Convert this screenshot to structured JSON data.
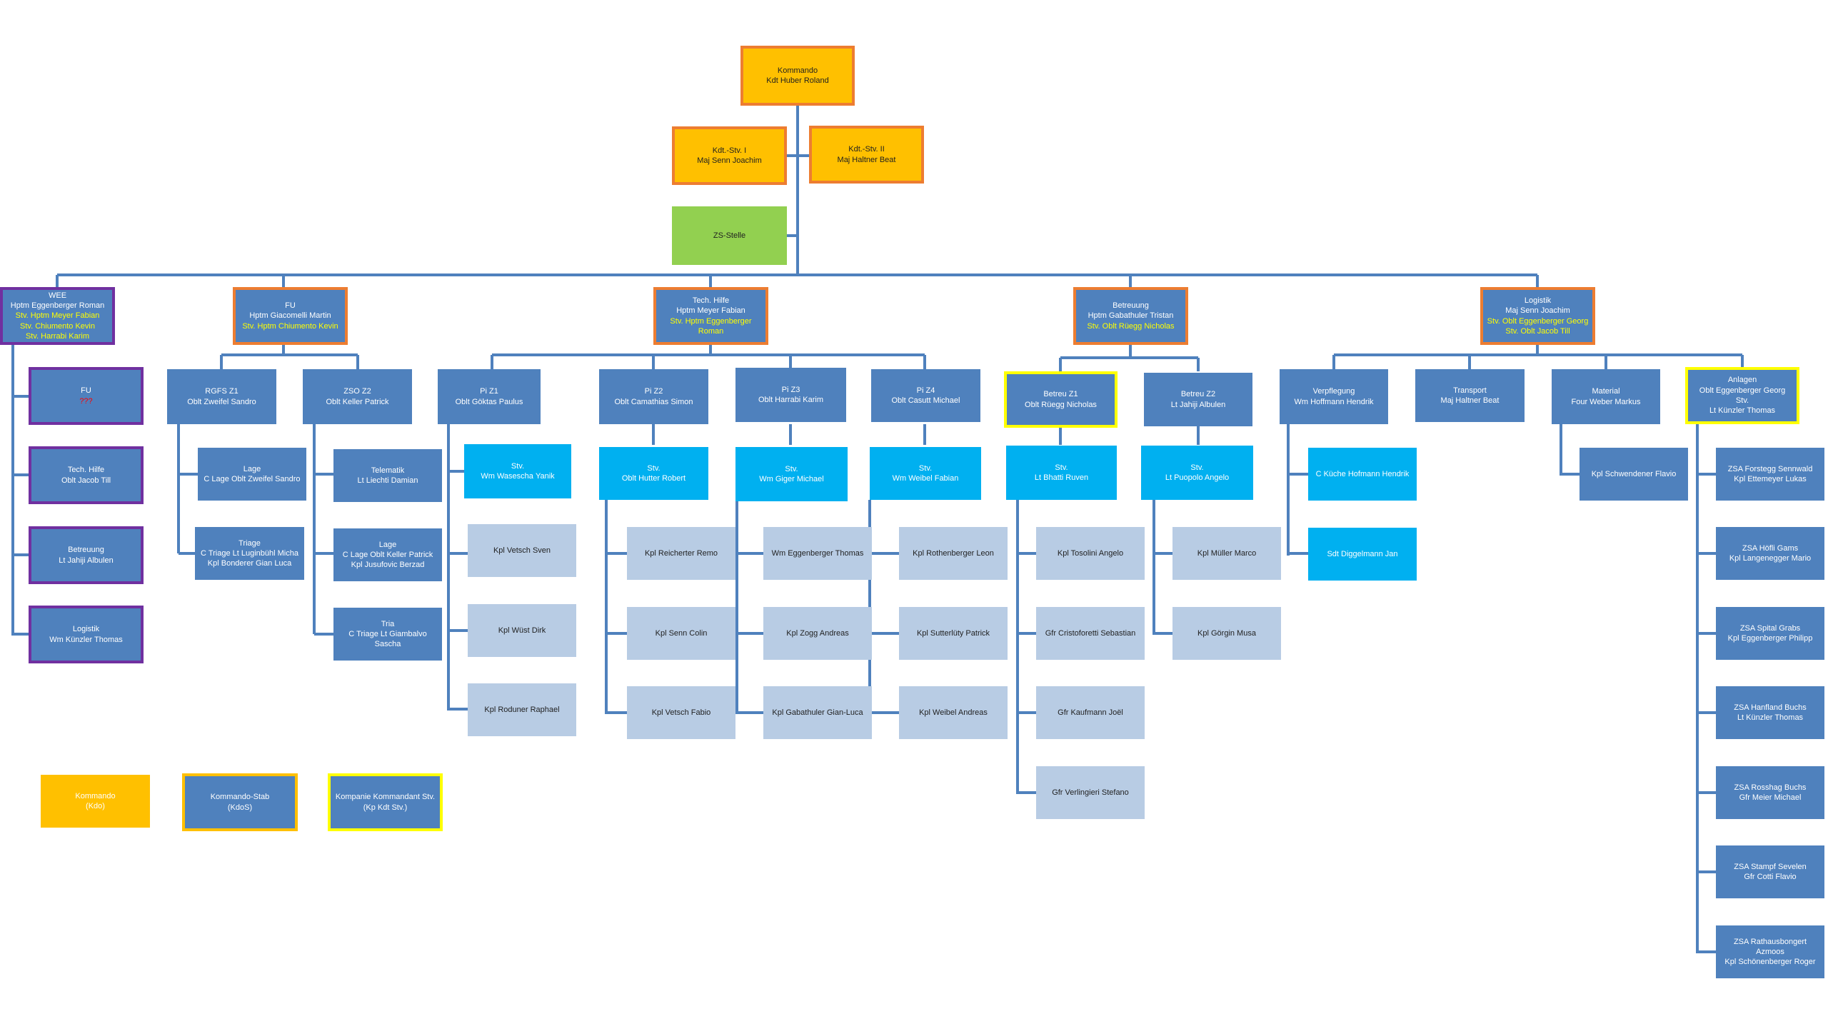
{
  "colors": {
    "kommando": "#ffc000",
    "zs_stelle": "#92d050",
    "stab": "#4f81bd",
    "stv": "#00b0f0",
    "member": "#b8cce4",
    "line": "#4f81bd",
    "border_kommando": "#ed7d31",
    "border_wee": "#7030a0",
    "border_kp_kdt_stv": "#ffff00",
    "highlight_text": "#ffff00",
    "alert_text": "#ff0000"
  },
  "top": {
    "kommando": [
      "Kommando",
      "Kdt Huber Roland"
    ],
    "stv1": [
      "Kdt.-Stv. I",
      "Maj Senn Joachim"
    ],
    "stv2": [
      "Kdt.-Stv. II",
      "Maj Haltner Beat"
    ],
    "zs": [
      "ZS-Stelle"
    ]
  },
  "wee": {
    "head": [
      "WEE",
      "Hptm Eggenberger Roman",
      "Stv. Hptm Meyer Fabian",
      "Stv. Chiumento Kevin",
      "Stv. Harrabi Karim"
    ],
    "fu": [
      "FU",
      "???"
    ],
    "tech": [
      "Tech. Hilfe",
      "Oblt Jacob Till"
    ],
    "betreuung": [
      "Betreuung",
      "Lt Jahiji Albulen"
    ],
    "logistik": [
      "Logistik",
      "Wm Künzler Thomas"
    ]
  },
  "fu": {
    "head": [
      "FU",
      "Hptm Giacomelli Martin",
      "Stv. Hptm Chiumento Kevin"
    ],
    "rgfs": [
      "RGFS Z1",
      "Oblt Zweifel Sandro"
    ],
    "lage1": [
      "Lage",
      "C Lage Oblt Zweifel Sandro"
    ],
    "triage1": [
      "Triage",
      "C Triage Lt Luginbühl Micha",
      "",
      "Kpl Bonderer Gian Luca"
    ],
    "zso": [
      "ZSO Z2",
      "Oblt Keller Patrick"
    ],
    "telematik": [
      "Telematik",
      "Lt Liechti Damian"
    ],
    "lage2": [
      "Lage",
      "C Lage Oblt Keller Patrick",
      "Kpl Jusufovic Berzad"
    ],
    "tria": [
      "Tria",
      "C Triage Lt Giambalvo Sascha"
    ]
  },
  "tech": {
    "head": [
      "Tech. Hilfe",
      "Hptm Meyer Fabian",
      "Stv. Hptm Eggenberger Roman"
    ],
    "pi1": [
      "Pi Z1",
      "Oblt Göktas Paulus"
    ],
    "pi1_stv": [
      "Stv.",
      "Wm Waseschа Yanik"
    ],
    "pi1_members": [
      "Kpl Vetsch Sven",
      "Kpl Wüst Dirk",
      "Kpl Roduner Raphael"
    ],
    "pi2": [
      "Pi Z2",
      "Oblt Camathias Simon"
    ],
    "pi2_stv": [
      "Stv.",
      "Oblt Hutter Robert"
    ],
    "pi2_members": [
      "Kpl Reicherter Remo",
      "Kpl Senn Colin",
      "Kpl Vetsch Fabio"
    ],
    "pi3": [
      "Pi Z3",
      "Oblt Harrabi Karim"
    ],
    "pi3_stv": [
      "Stv.",
      "Wm Giger Michael"
    ],
    "pi3_members": [
      "Wm Eggenberger Thomas",
      "Kpl Zogg Andreas",
      "Kpl Gabathuler Gian-Luca"
    ],
    "pi4": [
      "Pi Z4",
      "Oblt Casutt Michael"
    ],
    "pi4_stv": [
      "Stv.",
      "Wm Weibel Fabian"
    ],
    "pi4_members": [
      "Kpl Rothenberger Leon",
      "Kpl Sutterlüty Patrick",
      "Kpl Weibel Andreas"
    ]
  },
  "betreuung": {
    "head": [
      "Betreuung",
      "Hptm Gabathuler Tristan",
      "Stv. Oblt Rüegg Nicholas"
    ],
    "z1": [
      "Betreu Z1",
      "Oblt Rüegg Nicholas"
    ],
    "z1_stv": [
      "Stv.",
      "Lt Bhatti Ruven"
    ],
    "z1_members": [
      "Kpl Tosolini Angelo",
      "Gfr Cristoforetti Sebastian",
      "Gfr Kaufmann Joël",
      "Gfr Verlingieri Stefano"
    ],
    "z2": [
      "Betreu Z2",
      "Lt Jahiji Albulen"
    ],
    "z2_stv": [
      "Stv.",
      "Lt Puopolo Angelo"
    ],
    "z2_members": [
      "Kpl Müller Marco",
      "Kpl Görgin Musa"
    ]
  },
  "logistik": {
    "head": [
      "Logistik",
      "Maj Senn Joachim",
      "Stv. Oblt Eggenberger Georg",
      "Stv. Oblt Jacob Till"
    ],
    "verpflegung": [
      "Verpflegung",
      "Wm Hoffmann Hendrik"
    ],
    "verpflegung_members": [
      "C Küche Hofmann Hendrik",
      "Sdt Diggelmann Jan"
    ],
    "transport": [
      "Transport",
      "Maj Haltner Beat"
    ],
    "material": [
      "Material",
      "Four Weber Markus"
    ],
    "material_members": [
      "Kpl Schwendener Flavio"
    ],
    "anlagen": [
      "Anlagen",
      "Oblt Eggenberger Georg",
      "Stv.",
      "Lt Künzler Thomas"
    ],
    "anlagen_members": [
      [
        "ZSA Forstegg Sennwald",
        "Kpl Ettemeyer Lukas"
      ],
      [
        "ZSA Höfli Gams",
        "Kpl Langenegger Mario"
      ],
      [
        "ZSA Spital Grabs",
        "Kpl Eggenberger Philipp"
      ],
      [
        "ZSA Hanfland Buchs",
        "Lt Künzler Thomas"
      ],
      [
        "ZSA Rosshag Buchs",
        "Gfr Meier Michael"
      ],
      [
        "ZSA Stampf Sevelen",
        "Gfr Cotti Flavio"
      ],
      [
        "ZSA Rathausbongert Azmoos",
        "Kpl Schönenberger Roger"
      ]
    ]
  },
  "legend": {
    "kommando": [
      "Kommando",
      "(Kdo)"
    ],
    "stab": [
      "Kommando-Stab",
      "(KdoS)"
    ],
    "kp_stv": [
      "Kompanie Kommandant Stv.",
      "(Kp Kdt Stv.)"
    ]
  }
}
